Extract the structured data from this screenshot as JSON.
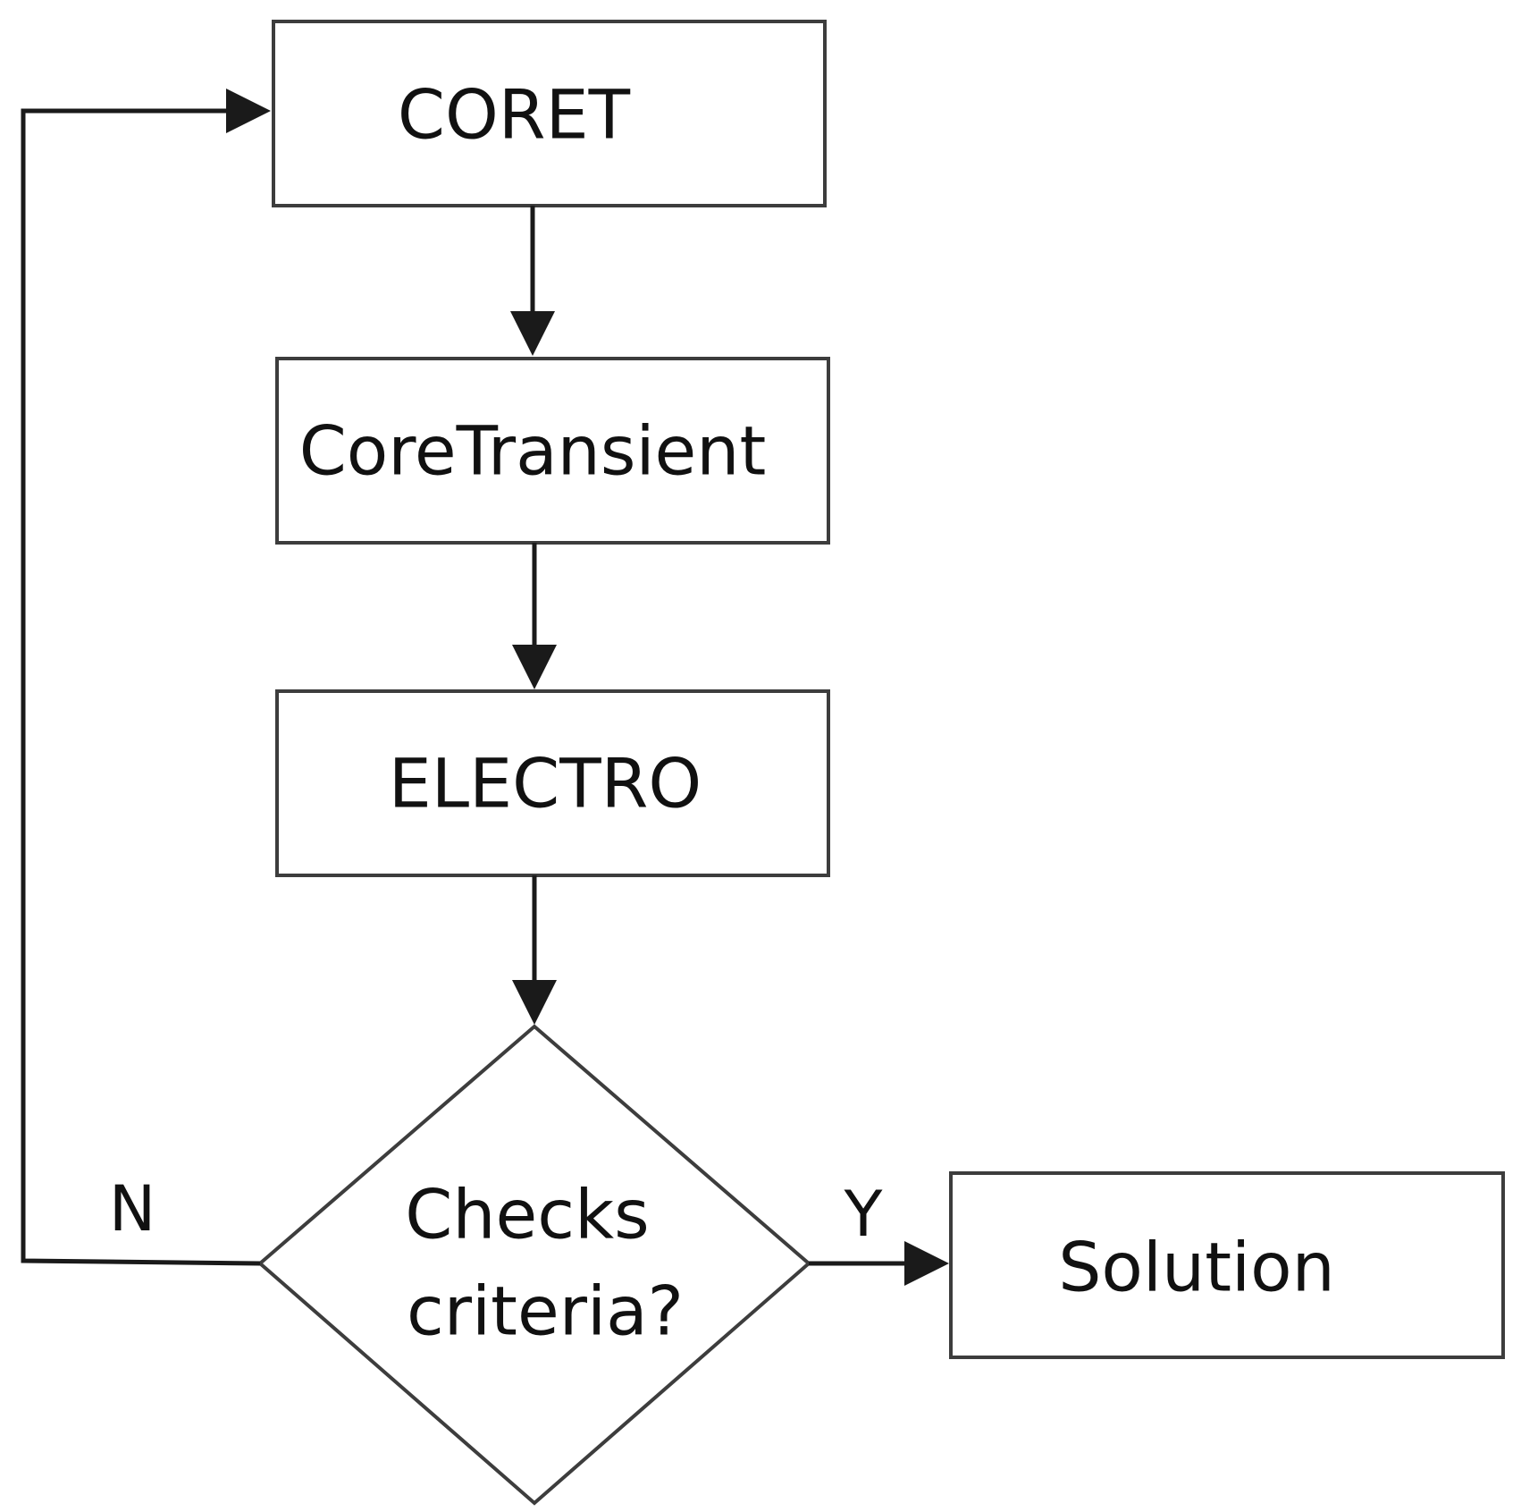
{
  "diagram": {
    "nodes": {
      "coret": {
        "label": "CORET",
        "shape": "rectangle"
      },
      "core_transient": {
        "label": "CoreTransient",
        "shape": "rectangle"
      },
      "electro": {
        "label": "ELECTRO",
        "shape": "rectangle"
      },
      "decision": {
        "label_line1": "Checks",
        "label_line2": "criteria?",
        "shape": "diamond"
      },
      "solution": {
        "label": "Solution",
        "shape": "rectangle"
      }
    },
    "edges": [
      {
        "from": "coret",
        "to": "core_transient"
      },
      {
        "from": "core_transient",
        "to": "electro"
      },
      {
        "from": "electro",
        "to": "decision"
      },
      {
        "from": "decision",
        "to": "solution",
        "label": "Y"
      },
      {
        "from": "decision",
        "to": "coret",
        "label": "N"
      }
    ],
    "edge_labels": {
      "yes": "Y",
      "no": "N"
    },
    "colors": {
      "stroke": "#3d3d3d",
      "arrow": "#1a1a1a",
      "text": "#111111",
      "background": "#ffffff"
    }
  }
}
